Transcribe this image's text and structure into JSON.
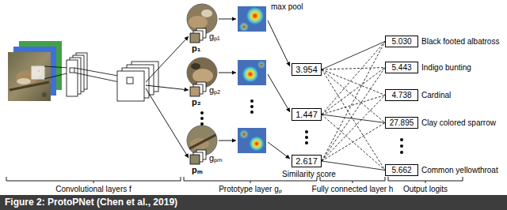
{
  "diagram": {
    "caption": "Figure 2: ProtoPNet (Chen et al., 2019)",
    "nodes": [
      {
        "text": [
          "3.954"
        ]
      },
      {
        "text": [
          "1.447"
        ]
      },
      {
        "text": [
          "2.617"
        ]
      },
      {
        "text": [
          "5.030",
          "Black footed albatross"
        ]
      },
      {
        "text": [
          "5.443",
          "Indigo bunting"
        ]
      },
      {
        "text": [
          "4.738",
          "Cardinal"
        ]
      },
      {
        "text": [
          "27.895",
          "Clay colored sparrow"
        ]
      },
      {
        "text": [
          "5.662",
          "Common yellowthroat"
        ]
      }
    ],
    "edges": [
      {
        "from": 0,
        "to": 3,
        "arrow": "none"
      },
      {
        "from": 0,
        "to": 4,
        "arrow": "none"
      },
      {
        "from": 0,
        "to": 5,
        "arrow": "none"
      },
      {
        "from": 0,
        "to": 6,
        "arrow": "none"
      },
      {
        "from": 0,
        "to": 7,
        "arrow": "none"
      },
      {
        "from": 1,
        "to": 3,
        "arrow": "none"
      },
      {
        "from": 1,
        "to": 4,
        "arrow": "none"
      },
      {
        "from": 1,
        "to": 5,
        "arrow": "none"
      },
      {
        "from": 1,
        "to": 6,
        "arrow": "none"
      },
      {
        "from": 1,
        "to": 7,
        "arrow": "none"
      },
      {
        "from": 2,
        "to": 3,
        "arrow": "none"
      },
      {
        "from": 2,
        "to": 4,
        "arrow": "none"
      },
      {
        "from": 2,
        "to": 5,
        "arrow": "none"
      },
      {
        "from": 2,
        "to": 6,
        "arrow": "none"
      },
      {
        "from": 2,
        "to": 7,
        "arrow": "none"
      }
    ],
    "labels": [
      "max pool",
      "p₁",
      "gₚ₁",
      "p₂",
      "gₚ₂",
      "pₘ",
      "gₚₘ",
      "Similarity score",
      "Convolutional layers f",
      "Prototype layer gₚ",
      "Fully connected layer h",
      "Output logits"
    ]
  }
}
